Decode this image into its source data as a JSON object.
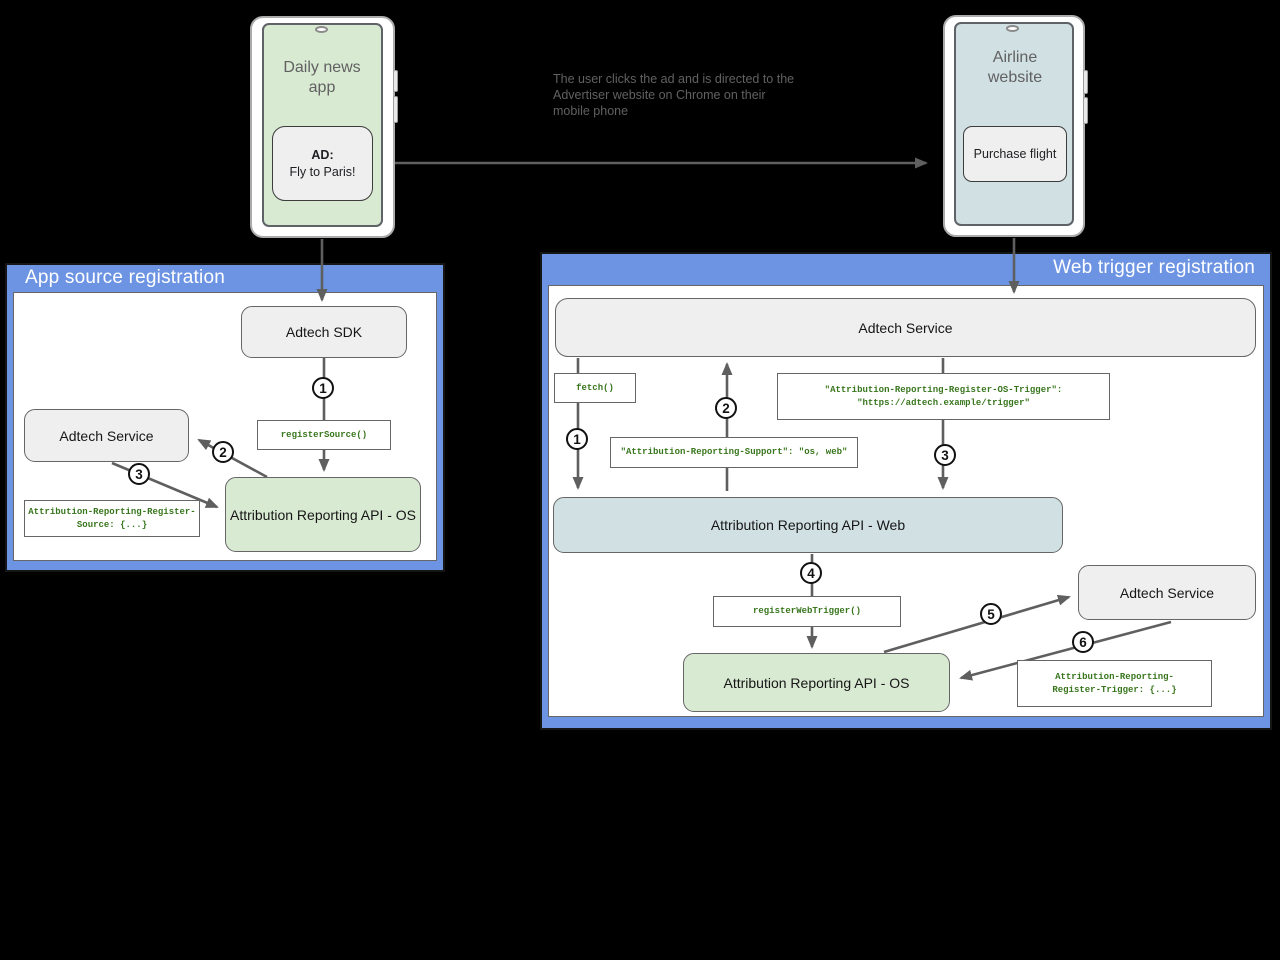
{
  "annotation": {
    "text": "The user clicks the ad and is directed to the Advertiser website on Chrome on their mobile phone"
  },
  "phones": {
    "left": {
      "title": "Daily news app",
      "ad_heading": "AD:",
      "ad_text": "Fly to Paris!"
    },
    "right": {
      "title": "Airline website",
      "button": "Purchase flight"
    }
  },
  "left_panel": {
    "title": "App source registration",
    "adtech_sdk": "Adtech SDK",
    "adtech_service": "Adtech Service",
    "api_os": "Attribution Reporting API - OS",
    "register_source": "registerSource()",
    "register_source_header": {
      "line1": "Attribution-Reporting-Register-",
      "line2": "Source: {...}"
    },
    "steps": {
      "s1": "1",
      "s2": "2",
      "s3": "3"
    }
  },
  "right_panel": {
    "title": "Web trigger registration",
    "adtech_service_top": "Adtech Service",
    "fetch": "fetch()",
    "support_header": "\"Attribution-Reporting-Support\": \"os, web\"",
    "os_trigger_header": {
      "line1": "\"Attribution-Reporting-Register-OS-Trigger\":",
      "line2": "\"https://adtech.example/trigger\""
    },
    "api_web": "Attribution Reporting API - Web",
    "register_web_trigger": "registerWebTrigger()",
    "api_os": "Attribution Reporting API - OS",
    "adtech_service": "Adtech Service",
    "register_trigger_header": {
      "line1": "Attribution-Reporting-",
      "line2": "Register-Trigger: {...}"
    },
    "steps": {
      "s1": "1",
      "s2": "2",
      "s3": "3",
      "s4": "4",
      "s5": "5",
      "s6": "6"
    }
  },
  "colors": {
    "panel_blue": "#6d94e3",
    "box_gray": "#efefef",
    "box_green": "#d9ead3",
    "box_cyan": "#d0e0e3",
    "code_green": "#38761d",
    "arrow_gray": "#5f5f5f"
  }
}
